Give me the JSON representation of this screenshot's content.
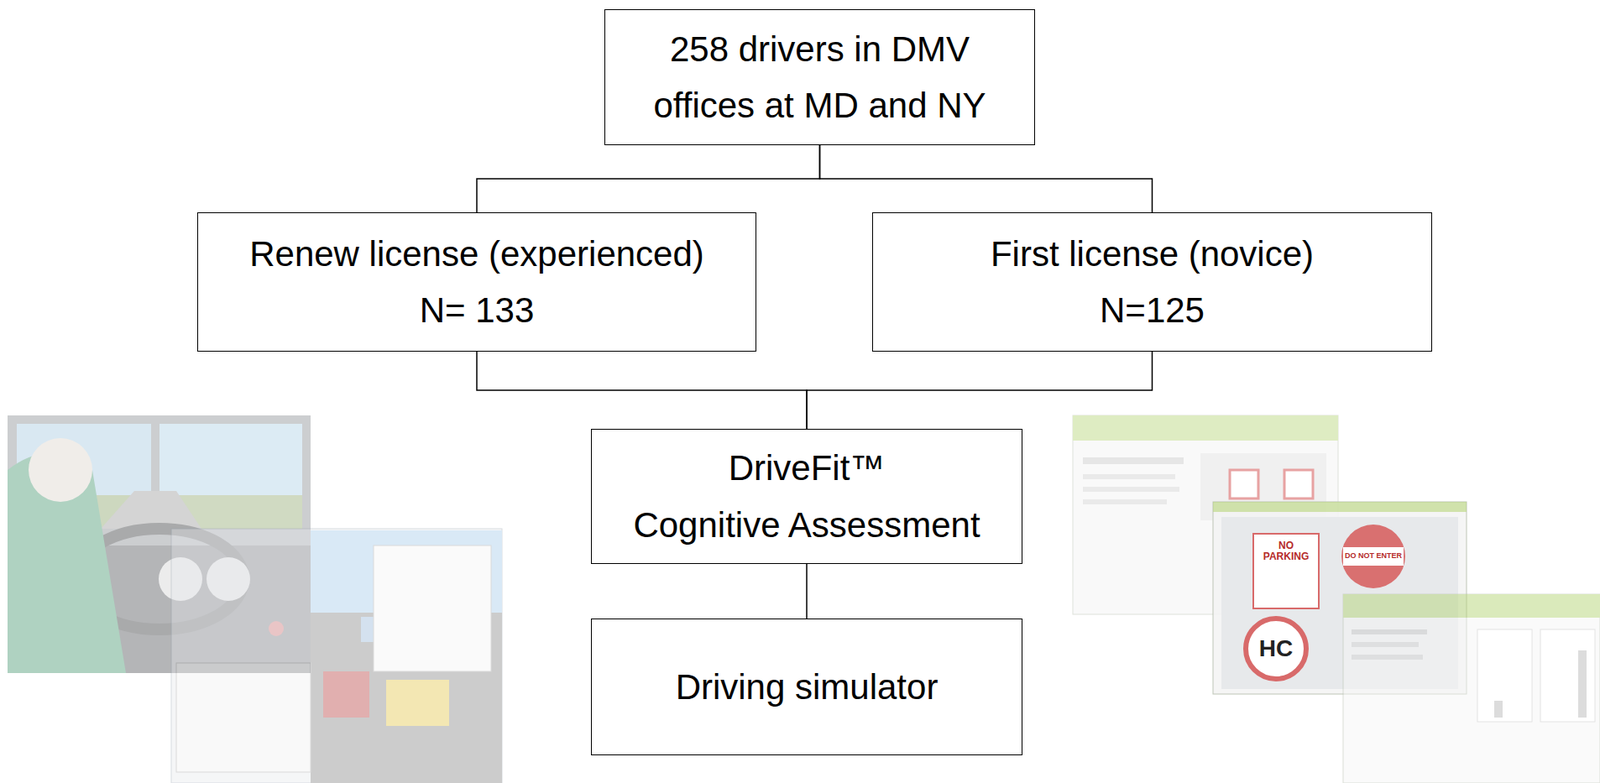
{
  "diagram": {
    "nodes": [
      {
        "text": [
          "258 drivers in DMV offices at MD and NY"
        ]
      },
      {
        "text": [
          "Renew license (experienced)",
          "N= 133"
        ]
      },
      {
        "text": [
          "First license (novice)",
          "N=125"
        ]
      },
      {
        "text": [
          "DriveFit™",
          "Cognitive Assessment"
        ]
      },
      {
        "text": [
          "Driving simulator"
        ]
      }
    ],
    "edges": [
      {
        "from": 0,
        "to": 1,
        "arrow": "none"
      },
      {
        "from": 0,
        "to": 2,
        "arrow": "none"
      },
      {
        "from": 1,
        "to": 3,
        "arrow": "none"
      },
      {
        "from": 2,
        "to": 3,
        "arrow": "none"
      },
      {
        "from": 3,
        "to": 4,
        "arrow": "none"
      }
    ],
    "labels": [
      "NO PARKING",
      "DO NOT ENTER",
      "HC"
    ]
  }
}
